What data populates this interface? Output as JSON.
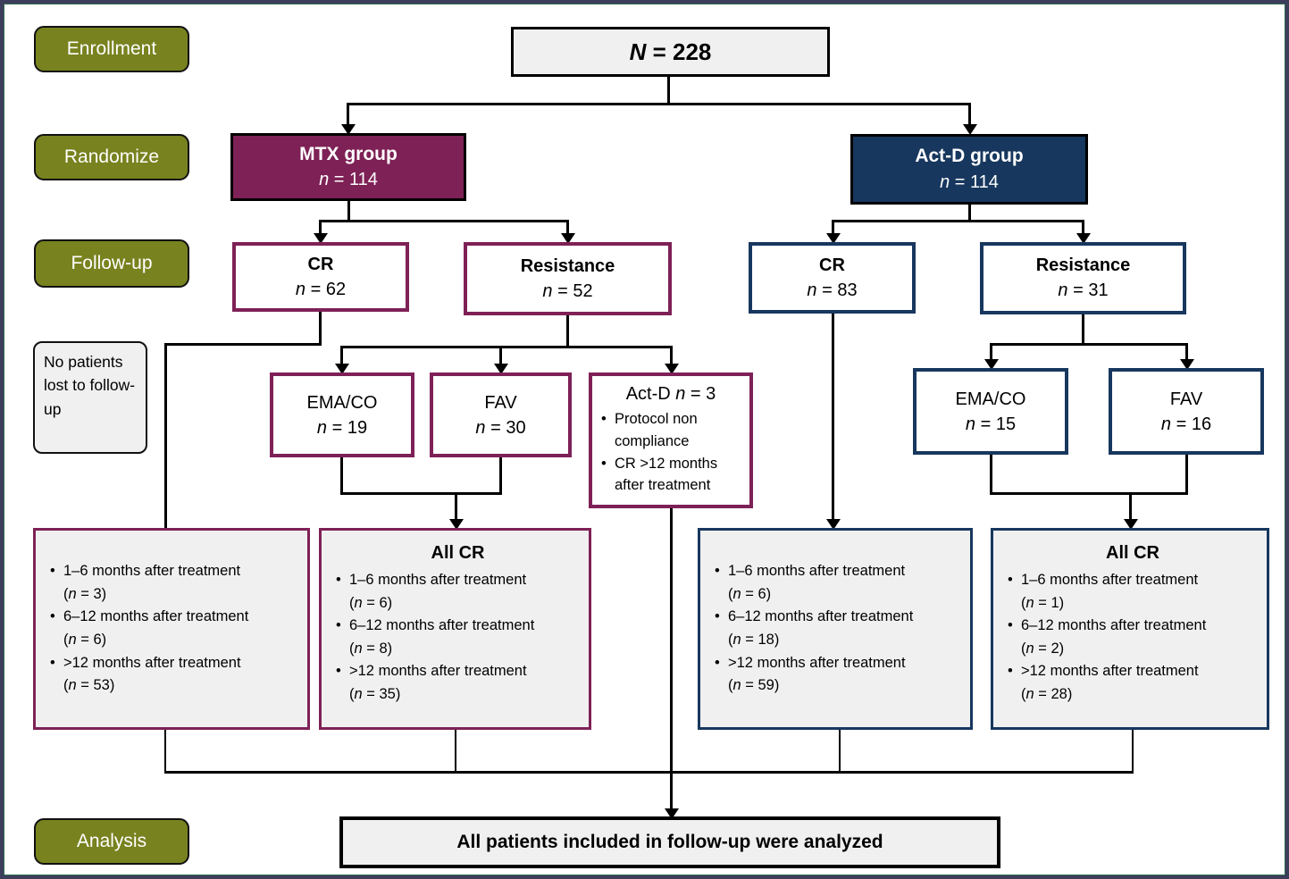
{
  "palette": {
    "mtx_color": "#7E2156",
    "actd_color": "#17375E",
    "stage_color": "#78821F",
    "panel_bg": "#F0F0F0",
    "line_color": "#000000"
  },
  "ui": {
    "bullet": "•"
  },
  "stages": [
    {
      "label": "Enrollment"
    },
    {
      "label": "Randomize"
    },
    {
      "label": "Follow-up"
    },
    {
      "label": "Analysis"
    }
  ],
  "total": "*N* = 228",
  "note": "No patients lost to follow-up",
  "groups": {
    "mtx": {
      "name": "MTX group",
      "count": "*n* = 114"
    },
    "actd": {
      "name": "Act-D group",
      "count": "*n* = 114"
    }
  },
  "response": {
    "mtx_cr": {
      "title": "CR",
      "count": "*n* = 62"
    },
    "mtx_res": {
      "title": "Resistance",
      "count": "*n* = 52"
    },
    "actd_cr": {
      "title": "CR",
      "count": "*n* = 83"
    },
    "actd_res": {
      "title": "Resistance",
      "count": "*n* = 31"
    }
  },
  "salvage": {
    "mtx_emaco": {
      "title": "EMA/CO",
      "count": "*n* = 19"
    },
    "mtx_fav": {
      "title": "FAV",
      "count": "*n* = 30"
    },
    "mtx_actd": {
      "title": "Act-D *n* = 3",
      "bullets": [
        "Protocol non compliance",
        "CR >12 months after treatment"
      ]
    },
    "actd_emaco": {
      "title": "EMA/CO",
      "count": "*n* = 15"
    },
    "actd_fav": {
      "title": "FAV",
      "count": "*n* = 16"
    }
  },
  "outcomes": [
    {
      "title": "",
      "items": [
        {
          "line1": "1–6 months after treatment",
          "line2": "(*n* = 3)"
        },
        {
          "line1": "6–12 months after treatment",
          "line2": "(*n* = 6)"
        },
        {
          "line1": ">12 months after treatment",
          "line2": "(*n* = 53)"
        }
      ]
    },
    {
      "title": "All CR",
      "items": [
        {
          "line1": "1–6 months after treatment",
          "line2": "(*n* = 6)"
        },
        {
          "line1": "6–12 months after treatment",
          "line2": "(*n* = 8)"
        },
        {
          "line1": ">12 months after treatment",
          "line2": "(*n* = 35)"
        }
      ]
    },
    {
      "title": "",
      "items": [
        {
          "line1": "1–6 months after treatment",
          "line2": "(*n* = 6)"
        },
        {
          "line1": "6–12 months after treatment",
          "line2": "(*n* = 18)"
        },
        {
          "line1": ">12 months after treatment",
          "line2": "(*n* = 59)"
        }
      ]
    },
    {
      "title": "All CR",
      "items": [
        {
          "line1": "1–6 months after treatment",
          "line2": "(*n* = 1)"
        },
        {
          "line1": "6–12 months after treatment",
          "line2": "(*n* = 2)"
        },
        {
          "line1": ">12 months after treatment",
          "line2": "(*n* = 28)"
        }
      ]
    }
  ],
  "analysis_box": "All patients included in follow-up were analyzed"
}
